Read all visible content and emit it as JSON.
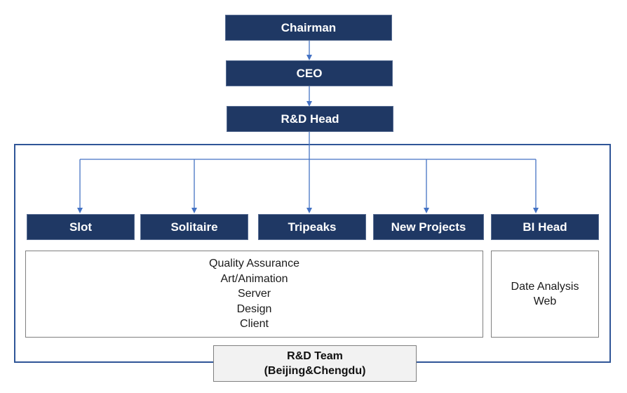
{
  "top_chain": {
    "chairman": "Chairman",
    "ceo": "CEO",
    "rd_head": "R&D Head"
  },
  "branches": {
    "slot": "Slot",
    "solitaire": "Solitaire",
    "tripeaks": "Tripeaks",
    "new_projects": "New Projects",
    "bi_head": "BI Head"
  },
  "shared_functions": [
    "Quality Assurance",
    "Art/Animation",
    "Server",
    "Design",
    "Client"
  ],
  "bi_functions": [
    "Date Analysis",
    "Web"
  ],
  "team": {
    "line1": "R&D Team",
    "line2": "(Beijing&Chengdu)"
  },
  "colors": {
    "node_fill": "#1f3864",
    "connector": "#4472c4",
    "frame": "#2f5597"
  }
}
